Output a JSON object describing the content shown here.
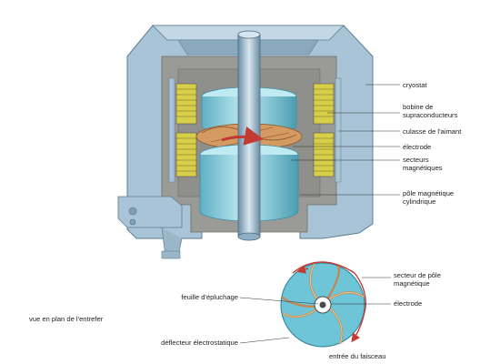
{
  "labels": {
    "cryostat": "cryostat",
    "coil": "bobine de\nsupraconducteurs",
    "yoke": "culasse de l'aimant",
    "electrode_top": "électrode",
    "sectors": "secteurs\nmagnétiques",
    "pole": "pôle magnétique\ncylindrique",
    "pole_sector": "secteur de pôle\nmagnétique",
    "electrode_bottom": "électrode",
    "stripping_foil": "feuille d'épluchage",
    "gap_view": "vue en plan de l'entrefer",
    "deflector": "déflecteur électrostatique",
    "beam_entry": "entrée du faisceau"
  },
  "colors": {
    "cryostat_blue": "#a9c4d6",
    "cryostat_dark": "#7ea0b8",
    "yoke_grey": "#9a9a96",
    "coil_yellow": "#d8cf48",
    "cyan_pole": "#8fd3e0",
    "cyan_dark": "#4fa6bb",
    "copper": "#c8844a",
    "beam_red": "#c23a32"
  },
  "icons": [
    "beam-arrow-icon"
  ]
}
